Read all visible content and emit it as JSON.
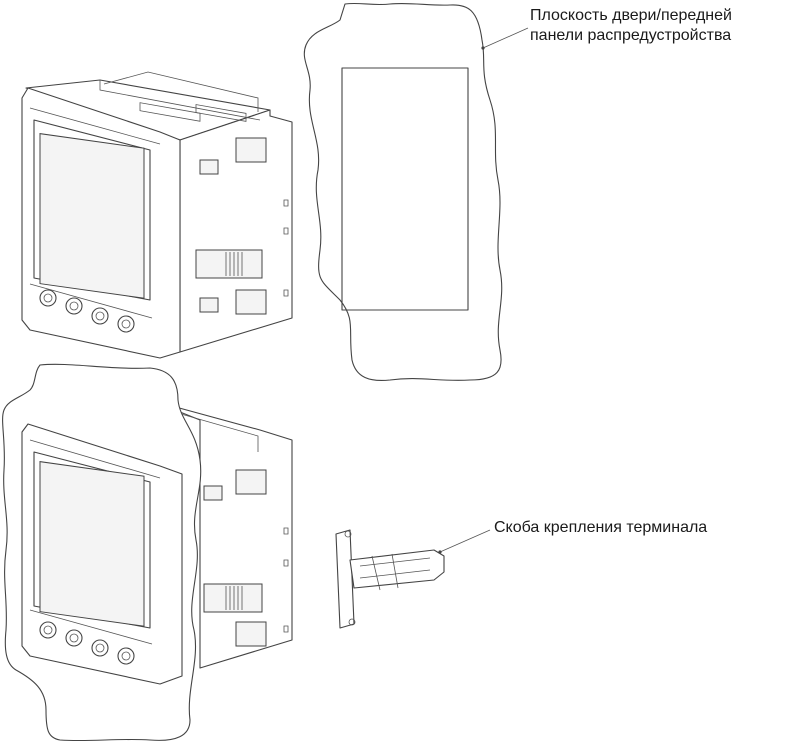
{
  "labels": {
    "panel_line1": "Плоскость двери/передней",
    "panel_line2": "панели распредустройства",
    "bracket": "Скоба крепления терминала"
  },
  "colors": {
    "line": "#444444",
    "background": "#ffffff",
    "text": "#1a1a1a"
  }
}
